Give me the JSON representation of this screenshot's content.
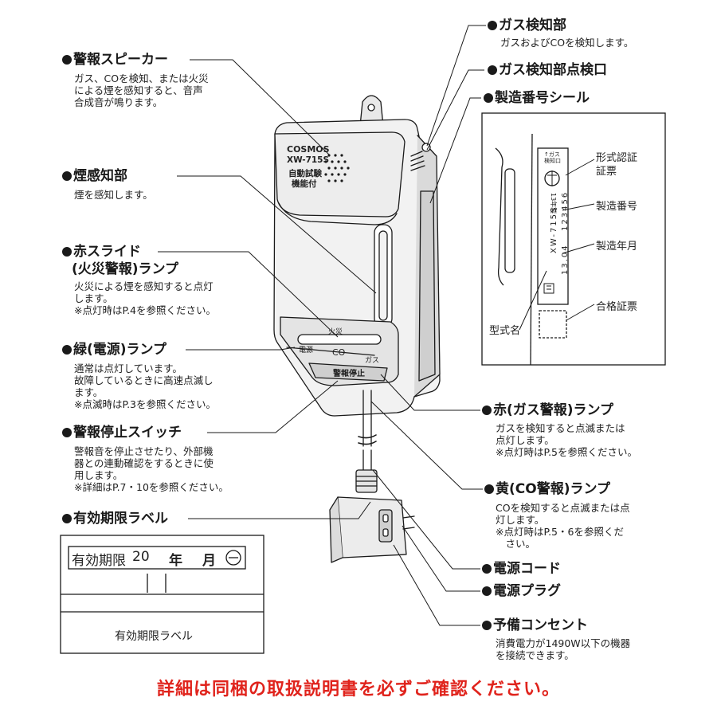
{
  "callouts": {
    "gas_sensor": {
      "title": "ガス検知部",
      "desc": "ガスおよびCOを検知します。"
    },
    "gas_check_port": {
      "title": "ガス検知部点検口"
    },
    "serial_seal": {
      "title": "製造番号シール"
    },
    "speaker": {
      "title": "警報スピーカー",
      "desc": "ガス、COを検知、または火災\nによる煙を感知すると、音声\n合成音が鳴ります。"
    },
    "smoke_sensor": {
      "title": "煙感知部",
      "desc": "煙を感知します。"
    },
    "red_slide_lamp": {
      "title_line1": "赤スライド",
      "title_line2": "(火災警報)ランプ",
      "desc": "火災による煙を感知すると点灯\nします。\n※点灯時はP.4を参照ください。"
    },
    "green_lamp": {
      "title": "緑(電源)ランプ",
      "desc": "通常は点灯しています。\n故障しているときに高速点滅し\nます。\n※点滅時はP.3を参照ください。"
    },
    "stop_switch": {
      "title": "警報停止スイッチ",
      "desc": "警報音を停止させたり、外部機\n器との連動確認をするときに使\n用します。\n※詳細はP.7・10を参照ください。"
    },
    "expiry_label": {
      "title": "有効期限ラベル"
    },
    "red_gas_lamp": {
      "title": "赤(ガス警報)ランプ",
      "desc": "ガスを検知すると点滅または\n点灯します。\n※点灯時はP.5を参照ください。"
    },
    "yellow_co_lamp": {
      "title": "黄(CO警報)ランプ",
      "desc": "COを検知すると点滅または点\n灯します。\n※点灯時はP.5・6を参照くだ\n　さい。"
    },
    "power_cord": {
      "title": "電源コード"
    },
    "power_plug": {
      "title": "電源プラグ"
    },
    "spare_outlet": {
      "title": "予備コンセント",
      "desc": "消費電力が1490W以下の機器\nを接続できます。"
    }
  },
  "seal_inset": {
    "gas_port_label": "↑ガス\n検知口",
    "type_cert": "形式認証\n証票",
    "serial_number_label": "製造番号",
    "manufacture_date_label": "製造年月",
    "pass_cert": "合格証票",
    "model_name_label": "型式名",
    "model_text": "XW-715S",
    "date_text": "13.04",
    "serial_text": "123456",
    "small_box": "13年製"
  },
  "expiry_inset": {
    "text_prefix": "有効期限",
    "year_value": "20",
    "year_unit": "年",
    "month_unit": "月",
    "caption": "有効期限ラベル"
  },
  "device": {
    "brand": "COSMOS",
    "model": "XW-715S",
    "feature_line1": "自動試験",
    "feature_line2": "機能付",
    "lamp_fire": "火災",
    "lamp_power": "電源",
    "lamp_co": "CO",
    "lamp_gas": "ガス",
    "stop_label": "警報停止"
  },
  "footer": "詳細は同梱の取扱説明書を必ずご確認ください。"
}
